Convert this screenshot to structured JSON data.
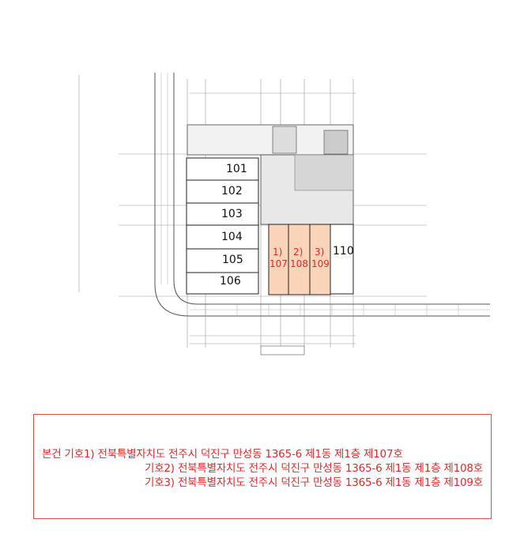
{
  "plan": {
    "units": [
      "101",
      "102",
      "103",
      "104",
      "105",
      "106",
      "110"
    ],
    "highlighted": [
      {
        "mark": "1)",
        "unit": "107"
      },
      {
        "mark": "2)",
        "unit": "108"
      },
      {
        "mark": "3)",
        "unit": "109"
      }
    ],
    "highlight_color": "#f9d4b8",
    "highlight_text_color": "#e8272b"
  },
  "legend": {
    "lines": [
      "본건 기호1) 전북특별자치도 전주시 덕진구 만성동 1365-6 제1동 제1층 제107호",
      "기호2) 전북특별자치도 전주시 덕진구 만성동 1365-6 제1동 제1층 제108호",
      "기호3) 전북특별자치도 전주시 덕진구 만성동 1365-6 제1동 제1층 제109호"
    ],
    "border_color": "#e05050"
  }
}
